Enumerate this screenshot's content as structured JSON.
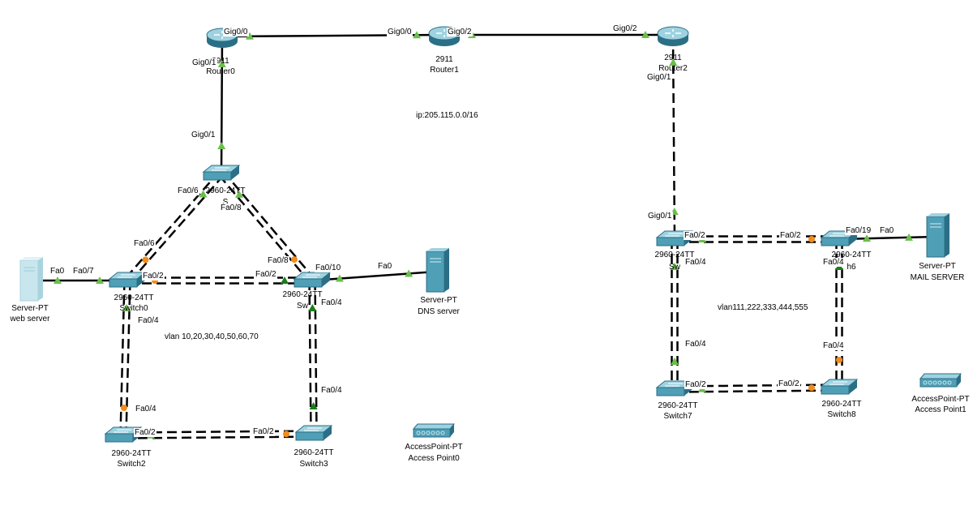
{
  "colors": {
    "link": "#000000",
    "up": "#6abf4b",
    "blocking": "#f28c1b",
    "down": "#1a7d1a",
    "device_dark": "#2b6f86",
    "device_mid": "#4f9fb6",
    "device_light": "#9fd2e0"
  },
  "devices": [
    {
      "id": "router0",
      "kind": "router",
      "icon": "router-icon",
      "model": "2911",
      "name": "Router0"
    },
    {
      "id": "router1",
      "kind": "router",
      "icon": "router-icon",
      "model": "2911",
      "name": "Router1"
    },
    {
      "id": "router2",
      "kind": "router",
      "icon": "router-icon",
      "model": "2911",
      "name": "Router2"
    },
    {
      "id": "switch_top",
      "kind": "switch",
      "icon": "switch-icon",
      "model": "2960-24TT",
      "name": "S"
    },
    {
      "id": "switch0",
      "kind": "switch",
      "icon": "switch-icon",
      "model": "2960-24TT",
      "name": "Switch0"
    },
    {
      "id": "switch1",
      "kind": "switch",
      "icon": "switch-icon",
      "model": "2960-24TT",
      "name": "Sw"
    },
    {
      "id": "switch2",
      "kind": "switch",
      "icon": "switch-icon",
      "model": "2960-24TT",
      "name": "Switch2"
    },
    {
      "id": "switch3",
      "kind": "switch",
      "icon": "switch-icon",
      "model": "2960-24TT",
      "name": "Switch3"
    },
    {
      "id": "switch5",
      "kind": "switch",
      "icon": "switch-icon",
      "model": "2960-24TT",
      "name": "Sw"
    },
    {
      "id": "switch6",
      "kind": "switch",
      "icon": "switch-icon",
      "model": "2960-24TT",
      "name": "h6"
    },
    {
      "id": "switch7",
      "kind": "switch",
      "icon": "switch-icon",
      "model": "2960-24TT",
      "name": "Switch7"
    },
    {
      "id": "switch8",
      "kind": "switch",
      "icon": "switch-icon",
      "model": "2960-24TT",
      "name": "Switch8"
    },
    {
      "id": "webserver",
      "kind": "server",
      "icon": "server-icon",
      "model": "Server-PT",
      "name": "web server",
      "light": true
    },
    {
      "id": "dnsserver",
      "kind": "server",
      "icon": "server-icon",
      "model": "Server-PT",
      "name": "DNS server"
    },
    {
      "id": "mailserver",
      "kind": "server",
      "icon": "server-icon",
      "model": "Server-PT",
      "name": "MAIL SERVER"
    },
    {
      "id": "ap0",
      "kind": "ap",
      "icon": "access-point-icon",
      "model": "AccessPoint-PT",
      "name": "Access Point0"
    },
    {
      "id": "ap1",
      "kind": "ap",
      "icon": "access-point-icon",
      "model": "AccessPoint-PT",
      "name": "Access Point1"
    }
  ],
  "links": [
    {
      "from": "router0",
      "to": "router1",
      "style": "solid",
      "a_label": "Gig0/0",
      "b_label": "Gig0/0",
      "a_state": "up",
      "b_state": "up"
    },
    {
      "from": "router1",
      "to": "router2",
      "style": "solid",
      "a_label": "Gig0/2",
      "b_label": "Gig0/2",
      "a_state": "up",
      "b_state": "up"
    },
    {
      "from": "router0",
      "to": "switch_top",
      "style": "solid",
      "a_label": "Gig0/1",
      "b_label": "Gig0/1",
      "a_state": "up",
      "b_state": "up"
    },
    {
      "from": "switch_top",
      "to": "switch0",
      "style": "dashed-double",
      "a_label": "Fa0/6",
      "b_label": "Fa0/6",
      "a_state": "up",
      "b_state": "blocking"
    },
    {
      "from": "switch_top",
      "to": "switch1",
      "style": "dashed-double",
      "a_label": "Fa0/8",
      "b_label": "Fa0/8",
      "a_state": "up",
      "b_state": "blocking"
    },
    {
      "from": "switch0",
      "to": "switch1",
      "style": "dashed-double",
      "a_label": "Fa0/2",
      "b_label": "Fa0/2",
      "a_state": "blocking",
      "b_state": "down"
    },
    {
      "from": "webserver",
      "to": "switch0",
      "style": "solid",
      "a_label": "Fa0",
      "b_label": "Fa0/7",
      "a_state": "up",
      "b_state": "up"
    },
    {
      "from": "switch1",
      "to": "dnsserver",
      "style": "solid",
      "a_label": "Fa0/10",
      "b_label": "Fa0",
      "a_state": "up",
      "b_state": "up"
    },
    {
      "from": "switch0",
      "to": "switch2",
      "style": "dashed-double",
      "a_label": "Fa0/4",
      "b_label": "Fa0/4",
      "a_state": "up",
      "b_state": "blocking"
    },
    {
      "from": "switch1",
      "to": "switch3",
      "style": "dashed-double",
      "a_label": "Fa0/4",
      "b_label": "Fa0/4",
      "a_state": "down",
      "b_state": "down"
    },
    {
      "from": "switch2",
      "to": "switch3",
      "style": "dashed-double",
      "a_label": "Fa0/2",
      "b_label": "Fa0/2",
      "a_state": "up",
      "b_state": "blocking"
    },
    {
      "from": "router2",
      "to": "switch5",
      "style": "dashed",
      "a_label": "Gig0/1",
      "b_label": "Gig0/1",
      "a_state": "up",
      "b_state": "up"
    },
    {
      "from": "switch5",
      "to": "switch6",
      "style": "dashed-double",
      "a_label": "Fa0/2",
      "b_label": "Fa0/2",
      "a_state": "up",
      "b_state": "blocking"
    },
    {
      "from": "switch6",
      "to": "mailserver",
      "style": "solid",
      "a_label": "Fa0/19",
      "b_label": "Fa0",
      "a_state": "up",
      "b_state": "up"
    },
    {
      "from": "switch5",
      "to": "switch7",
      "style": "dashed-double",
      "a_label": "Fa0/4",
      "b_label": "Fa0/4",
      "a_state": "up",
      "b_state": "up"
    },
    {
      "from": "switch6",
      "to": "switch8",
      "style": "dashed-double",
      "a_label": "Fa0/4",
      "b_label": "Fa0/4",
      "a_state": "down",
      "b_state": "blocking"
    },
    {
      "from": "switch7",
      "to": "switch8",
      "style": "dashed-double",
      "a_label": "Fa0/2",
      "b_label": "Fa0/2",
      "a_state": "up",
      "b_state": "blocking"
    }
  ],
  "notes": [
    {
      "id": "ip-note",
      "text": "ip:205.115.0.0/16"
    },
    {
      "id": "vlan-note-left",
      "text": "vlan 10,20,30,40,50,60,70"
    },
    {
      "id": "vlan-note-right",
      "text": "vlan111,222,333,444,555"
    }
  ]
}
